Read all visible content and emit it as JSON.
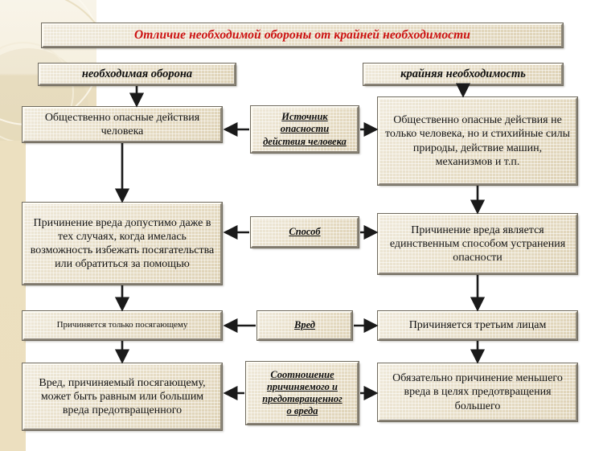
{
  "title": "Отличие необходимой обороны от крайней необходимости",
  "colors": {
    "title_red": "#cc1111",
    "box_fill": "#e9e2cf",
    "panel_beige": "#ecdfbf",
    "text_black": "#151515",
    "arrow": "#1a1a1a"
  },
  "headers": {
    "left": "необходимая оборона",
    "right": "крайняя необходимость"
  },
  "rows": [
    {
      "criterion": [
        "Источник",
        "опасности",
        "действия человека"
      ],
      "left": "Общественно опасные действия человека",
      "right": "Общественно опасные действия не только человека, но и стихийные силы природы, действие машин, механизмов и т.п."
    },
    {
      "criterion": [
        "Способ"
      ],
      "left": "Причинение вреда допустимо даже в тех случаях, когда имелась возможность избежать посягательства или обратиться за помощью",
      "right": "Причинение вреда является единственным способом устранения опасности"
    },
    {
      "criterion": [
        "Вред"
      ],
      "left": "Причиняется только посягающему",
      "right": "Причиняется третьим лицам"
    },
    {
      "criterion": [
        "Соотношение",
        "причиняемого и",
        "предотвращенног",
        "о вреда"
      ],
      "left": "Вред, причиняемый посягающему, может быть равным или большим вреда предотвращенного",
      "right": "Обязательно причинение меньшего вреда в целях предотвращения большего"
    }
  ]
}
